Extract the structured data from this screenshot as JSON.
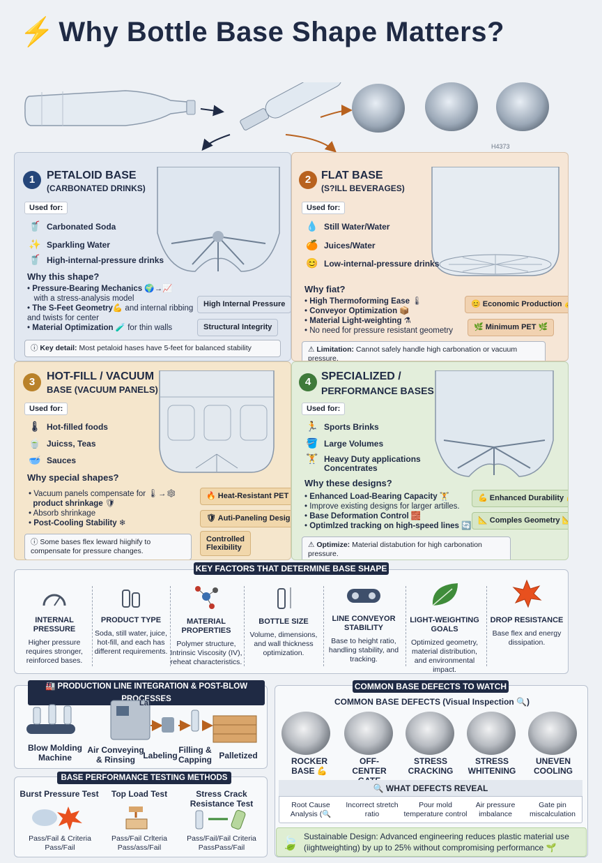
{
  "title": {
    "icon": "⚡",
    "text": "Why Bottle Base Shape Matters?"
  },
  "colors": {
    "navy": "#1f2a44",
    "blue_num": "#25467a",
    "orange_num": "#b8621f",
    "yellow_num": "#b9822a",
    "green_num": "#3f7a3a"
  },
  "top_label": "H4373",
  "q1": {
    "num": "1",
    "title": "PETALOID BASE",
    "sub": "(CARBONATED DRINKS)",
    "used_label": "Used for:",
    "items": [
      {
        "icon": "cup-icon",
        "text": "Carbonated Soda"
      },
      {
        "icon": "sparkle-icon",
        "text": "Sparkling Water"
      },
      {
        "icon": "cup-icon",
        "text": "High-internal-pressure drinks"
      }
    ],
    "why": "Why this shape?",
    "bullets": [
      {
        "b": "Pressure-Bearing Mechanics",
        "t": " with a stress-analysis model"
      },
      {
        "b": "The S-Feet Geometry",
        "t": " and internal ribbing and twists for center"
      },
      {
        "b": "Material Optimization",
        "t": " for thin walls"
      }
    ],
    "tags": [
      "High Internal Pressure",
      "Structural Integrity"
    ],
    "note": {
      "b": "Key detail:",
      "t": " Most petaloid hases have 5-feet for balanced stability"
    }
  },
  "q2": {
    "num": "2",
    "title": "FLAT BASE",
    "sub": "(S?ILL BEVERAGES)",
    "used_label": "Used for:",
    "items": [
      {
        "icon": "drop-icon",
        "text": "Still Water/Water"
      },
      {
        "icon": "orange-icon",
        "text": "Juices/Water"
      },
      {
        "icon": "smile-icon",
        "text": "Low-internal-pressure drinks"
      }
    ],
    "why": "Why fiat?",
    "bullets": [
      {
        "b": "High Thermoforming Ease",
        "t": ""
      },
      {
        "b": "Conveyor Optimization",
        "t": ""
      },
      {
        "b": "Material Light-weighting",
        "t": ""
      },
      {
        "b": "",
        "t": "No need for pressure resistant geometry"
      }
    ],
    "tags": [
      "Economic Production",
      "Minimum PET"
    ],
    "note": {
      "b": "Limitation:",
      "t": " Cannot safely handle high carbonation or vacuum pressure."
    }
  },
  "q3": {
    "num": "3",
    "title": "HOT-FILL / VACUUM",
    "sub": "BASE (VACUUM PANELS)",
    "used_label": "Used for:",
    "items": [
      {
        "icon": "thermometer-icon",
        "text": "Hot-filled foods"
      },
      {
        "icon": "cup-icon",
        "text": "Juicss, Teas"
      },
      {
        "icon": "bowl-icon",
        "text": "Sauces"
      }
    ],
    "why": "Why special shapes?",
    "bullets": [
      {
        "b": "",
        "t": "Vacuum panels compensate for"
      },
      {
        "b": "product shrinkage",
        "t": ""
      },
      {
        "b": "",
        "t": "Absorb shrinkage"
      },
      {
        "b": "Post-Cooling Stability",
        "t": ""
      }
    ],
    "tags": [
      "Heat-Resistant PET",
      "Auti-Paneling Design",
      "Controlled",
      "Flexibility"
    ],
    "note": {
      "b": "",
      "t": "Some bases flex leward hiighify to compensate for pressure changes."
    }
  },
  "q4": {
    "num": "4",
    "title": "SPECIALIZED /",
    "sub": "PERFORMANCE BASES",
    "used_label": "Used for:",
    "items": [
      {
        "icon": "runner-icon",
        "text": "Sports Brinks"
      },
      {
        "icon": "bucket-icon",
        "text": "Large Volumes"
      },
      {
        "icon": "weight-icon",
        "text": "Heavy Duty applications"
      },
      {
        "icon": "",
        "text": "Concentrates"
      }
    ],
    "why": "Why these designs?",
    "bullets": [
      {
        "b": "Enhanced Load-Bearing Capacity",
        "t": ""
      },
      {
        "b": "",
        "t": "Improve existing designs for larger artilles."
      },
      {
        "b": "Base Deformation Control",
        "t": ""
      },
      {
        "b": "Optimlzed tracking on high-speed lines",
        "t": ""
      }
    ],
    "tags": [
      "Enhanced Durability",
      "Comples Geometry"
    ],
    "note": {
      "b": "Optimize:",
      "t": " Material distabution for high carbonation pressure."
    }
  },
  "factors": {
    "heading": "KEY FACTORS THAT DETERMINE BASE SHAPE",
    "items": [
      {
        "icon": "gauge-icon",
        "title": "INTERNAL PRESSURE",
        "desc": "Higher pressure requires stronger, reinforced bases."
      },
      {
        "icon": "bottles-icon",
        "title": "PRODUCT TYPE",
        "desc": "Soda, still water, juice, hot-fill, and each has different requirements."
      },
      {
        "icon": "molecule-icon",
        "title": "MATERIAL PROPERTIES",
        "desc": "Polymer structure, Intrinsic Viscosity (IV), reheat characteristics."
      },
      {
        "icon": "bottle-size-icon",
        "title": "BOTTLE SIZE",
        "desc": "Volume, dimensions, and wall thickness optimization."
      },
      {
        "icon": "conveyor-icon",
        "title": "LINE CONVEYOR STABILITY",
        "desc": "Base to height ratio, handling stability, and tracking."
      },
      {
        "icon": "leaf-icon",
        "title": "LIGHT-WEIGHTING GOALS",
        "desc": "Optimized geometry, material distribution, and environmental impact."
      },
      {
        "icon": "burst-icon",
        "title": "DROP RESISTANCE",
        "desc": "Base flex and energy dissipation."
      }
    ]
  },
  "production": {
    "heading": "PRODUCTION LINE INTEGRATION & POST-BLOW PROCESSES",
    "extra": "Labalel",
    "steps": [
      "Blow Molding Machine",
      "Air Conveying & Rinsing",
      "Labeling",
      "Filling & Capping",
      "Palletized"
    ]
  },
  "testing": {
    "heading": "BASE PERFORMANCE TESTING METHODS",
    "items": [
      {
        "title": "Burst Pressure Test",
        "l1": "Pass/Fail & Criteria",
        "l2": "Pass/Fail"
      },
      {
        "title": "Top Load Test",
        "l1": "Pass/Fail Crlteria",
        "l2": "Pass/ass/Fail"
      },
      {
        "title": "Stress Crack Resistance Test",
        "l1": "Pass/Fail/Fail Criteria",
        "l2": "PassPass/Fail"
      }
    ]
  },
  "defects": {
    "heading": "COMMON BASE DEFECTS TO WATCH",
    "sub": "COMMON BASE DEFECTS (Visual Inspection",
    "items": [
      "ROCKER BASE",
      "OFF-CENTER GATE",
      "STRESS CRACKING",
      "STRESS WHITENING",
      "UNEVEN COOLING"
    ],
    "reveal_heading": "WHAT DEFECTS REVEAL",
    "reveal": [
      "Root Cause Analysis (",
      "Incorrect stretch ratio",
      "Pour mold temperature control",
      "Air pressure imbalance",
      "Gate pin miscalculation"
    ]
  },
  "sustain": "Sustainable Design: Advanced engineering reduces plastic material use (iightweighting) by up to 25% without compromising performance"
}
